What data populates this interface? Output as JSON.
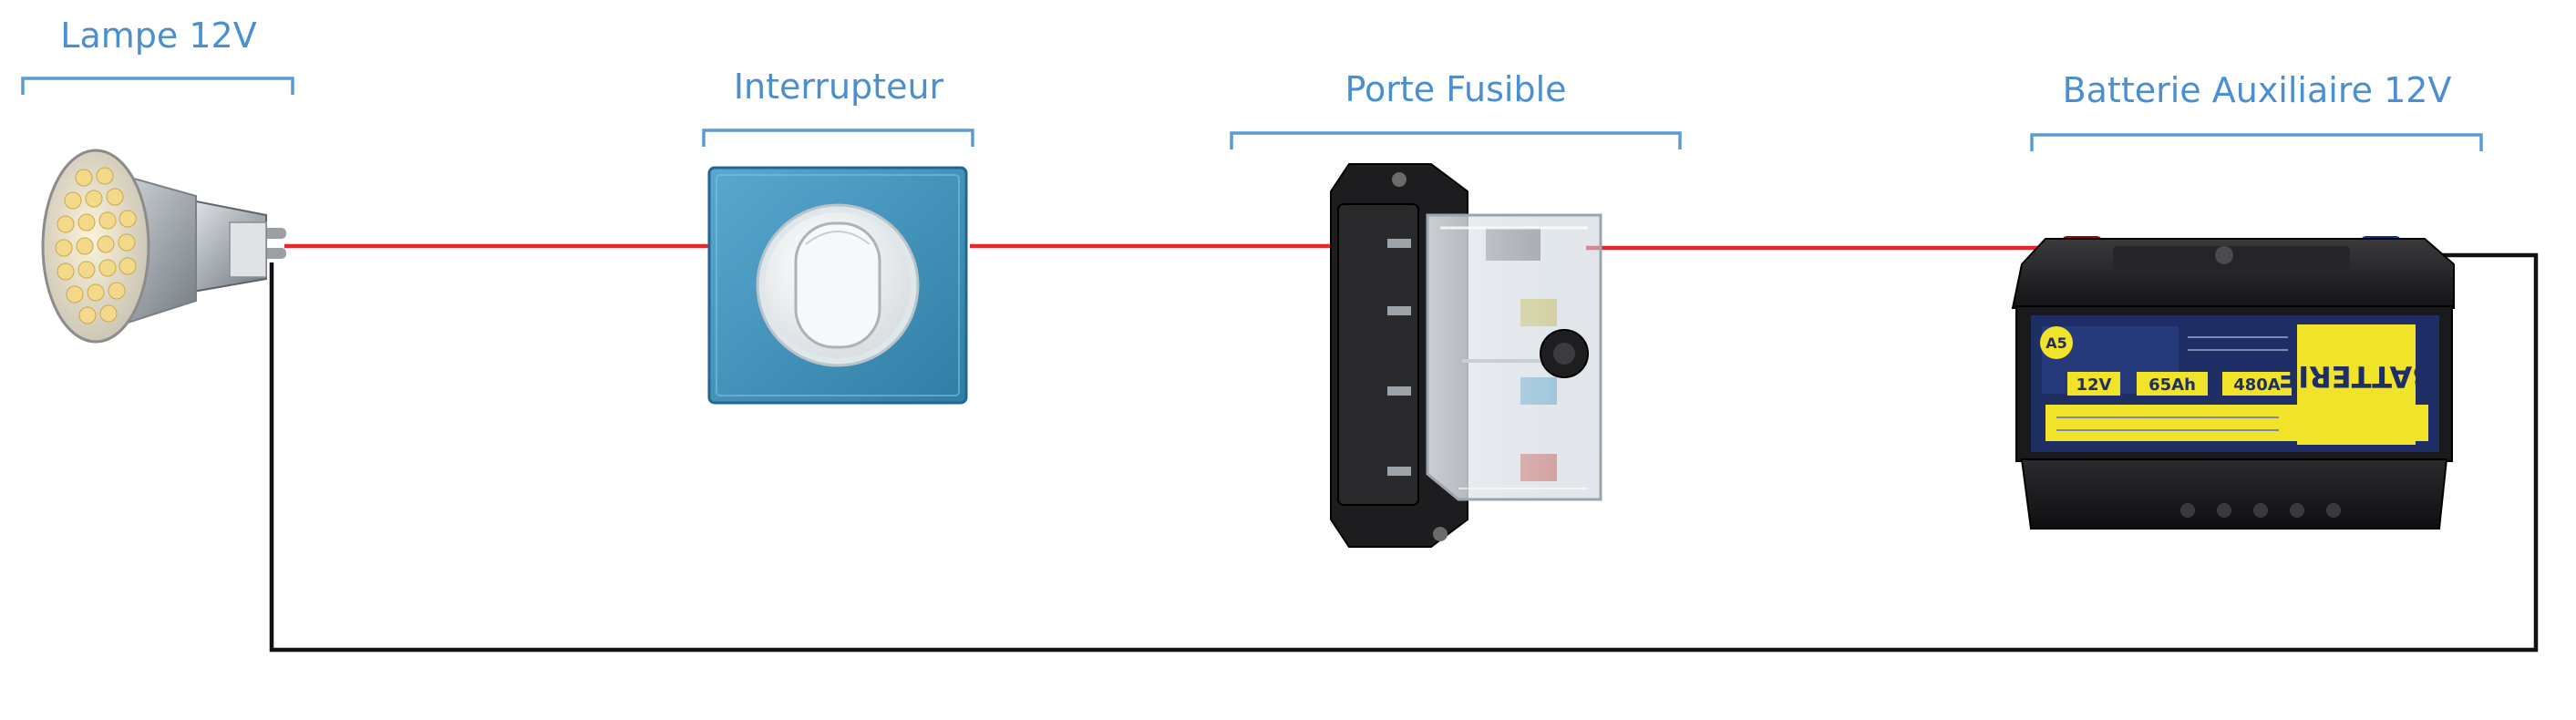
{
  "components": {
    "lamp": {
      "label": "Lampe 12V",
      "icon": "led-bulb-icon"
    },
    "switch": {
      "label": "Interrupteur",
      "icon": "light-switch-icon"
    },
    "fuse": {
      "label": "Porte Fusible",
      "icon": "fuse-holder-icon"
    },
    "battery": {
      "label": "Batterie Auxiliaire 12V",
      "icon": "car-battery-icon",
      "front_text": {
        "brand": "BATTERIE",
        "voltage": "12V",
        "capacity": "65Ah",
        "current": "480A",
        "badge": "A5"
      }
    }
  },
  "colors": {
    "label": "#4a8fcf",
    "bracket": "#5b9bd5",
    "positive_wire": "#e8262b",
    "negative_wire": "#111111",
    "switch_plate": "#3d8fb8",
    "battery_label": "#f0e32a",
    "battery_navy": "#1f2f66"
  }
}
